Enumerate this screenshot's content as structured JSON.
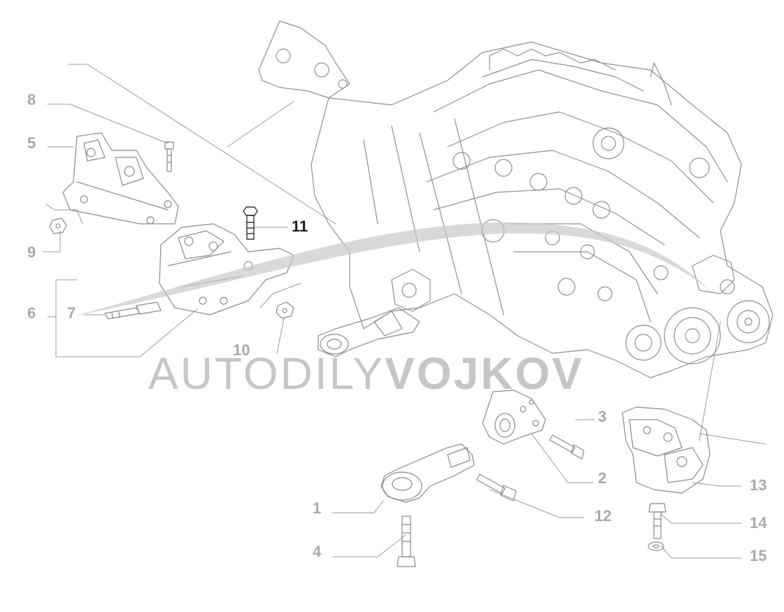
{
  "watermark": {
    "light": "AUTODILY",
    "bold": "VOJKOV"
  },
  "callouts": {
    "c1": "1",
    "c2": "2",
    "c3": "3",
    "c4": "4",
    "c5": "5",
    "c6": "6",
    "c7": "7",
    "c8": "8",
    "c9": "9",
    "c10": "10",
    "c11": "11",
    "c12": "12",
    "c13": "13",
    "c14": "14",
    "c15": "15"
  },
  "highlighted_part": "11",
  "colors": {
    "line_art": "#7a7a7a",
    "label_gray": "#a9a9a9",
    "label_active": "#1a1a1a",
    "swoosh": "#bdbdbd"
  }
}
